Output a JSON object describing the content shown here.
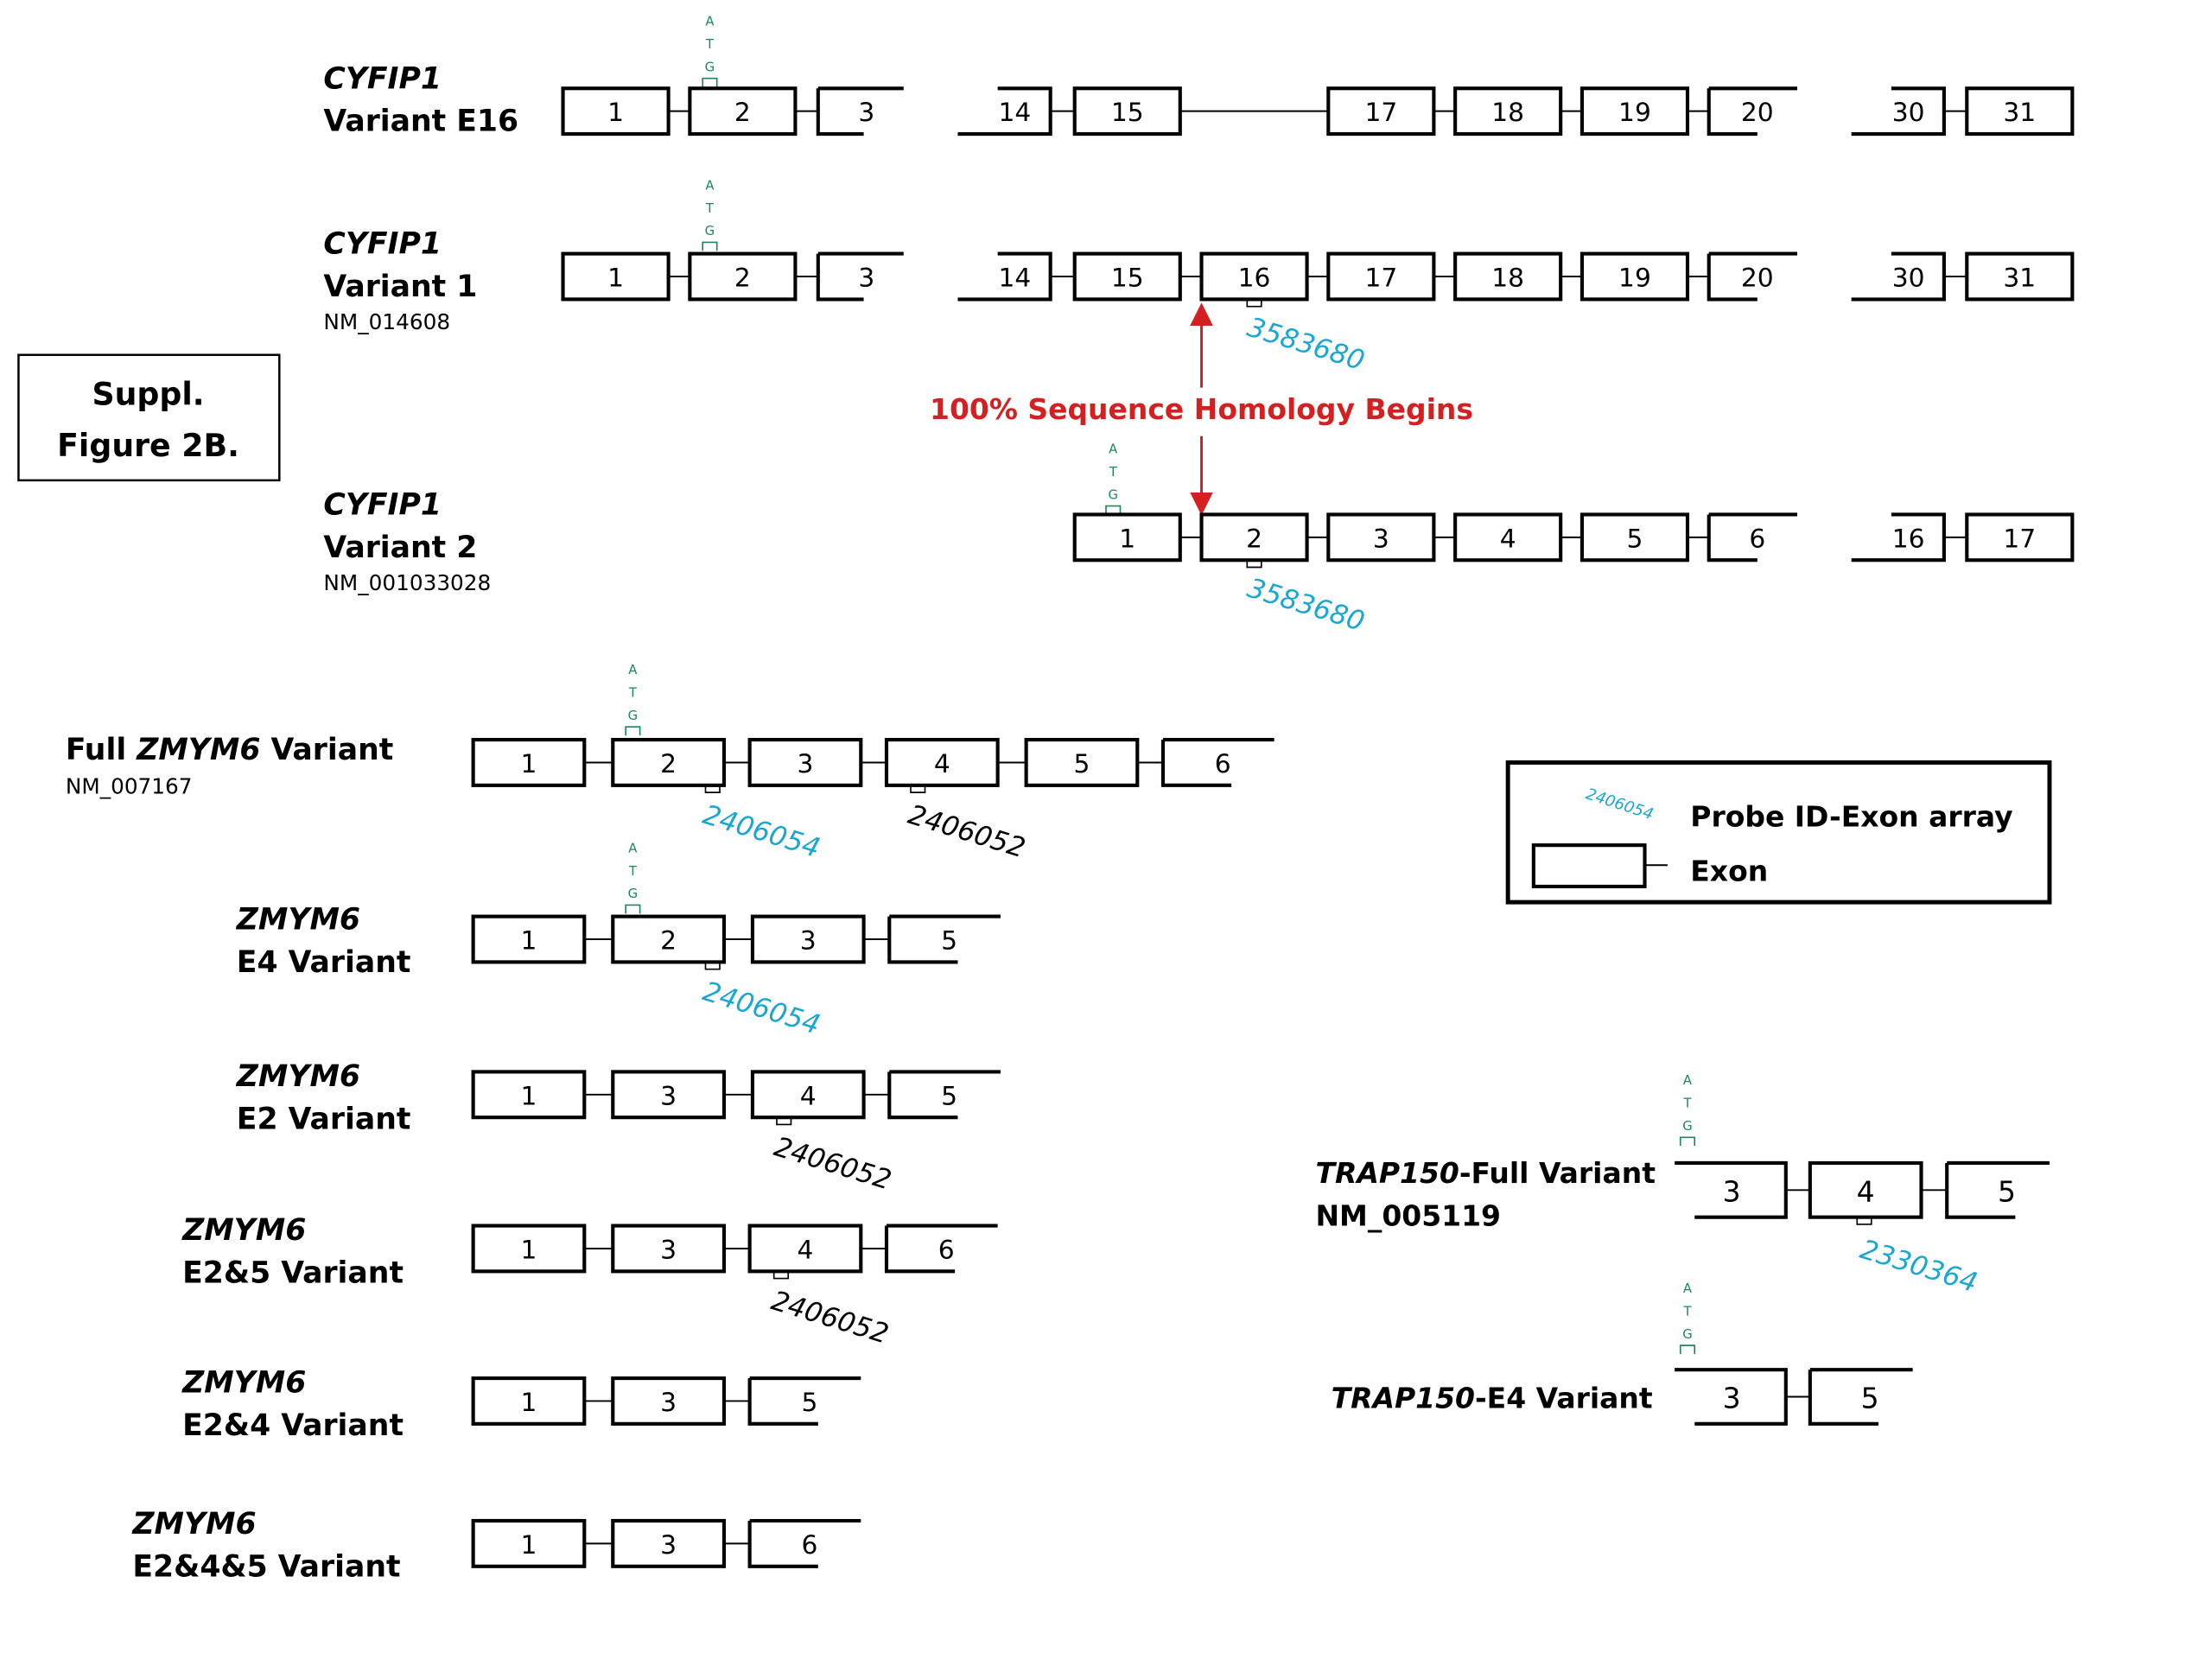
{
  "figure_label": [
    "Suppl.",
    "Figure 2B."
  ],
  "homology_label": "100% Sequence Homology Begins",
  "atg": [
    "A",
    "T",
    "G"
  ],
  "colors": {
    "probe_blue": "#1aa7d3",
    "atg_green": "#1b8a55",
    "arrow_red": "#d42020",
    "ink": "#000000"
  },
  "legend": {
    "probe_sample": "2406054",
    "probe_text": "Probe ID-Exon array",
    "exon_text": "Exon"
  },
  "cyfip1": [
    {
      "name": "CYFIP1",
      "variant": "Variant E16",
      "accession": "",
      "exons": [
        "1",
        "2",
        "3",
        "14",
        "15",
        "17",
        "18",
        "19",
        "20",
        "30",
        "31"
      ],
      "probes": []
    },
    {
      "name": "CYFIP1",
      "variant": "Variant 1",
      "accession": "NM_014608",
      "exons": [
        "1",
        "2",
        "3",
        "14",
        "15",
        "16",
        "17",
        "18",
        "19",
        "20",
        "30",
        "31"
      ],
      "probes": [
        {
          "id": "3583680",
          "exon": "16"
        }
      ]
    },
    {
      "name": "CYFIP1",
      "variant": "Variant 2",
      "accession": "NM_001033028",
      "exons": [
        "1",
        "2",
        "3",
        "4",
        "5",
        "6",
        "16",
        "17"
      ],
      "probes": [
        {
          "id": "3583680",
          "exon": "2"
        }
      ]
    }
  ],
  "zmym6": [
    {
      "title_prefix": "Full ",
      "name": "ZMYM6",
      "title_suffix": " Variant",
      "accession": "NM_007167",
      "exons": [
        "1",
        "2",
        "3",
        "4",
        "5",
        "6"
      ],
      "probes": [
        {
          "id": "2406054",
          "exon": "2",
          "color": "blue"
        },
        {
          "id": "2406052",
          "exon": "4",
          "color": "black"
        }
      ]
    },
    {
      "name": "ZMYM6",
      "variant": "E4 Variant",
      "exons": [
        "1",
        "2",
        "3",
        "5"
      ],
      "probes": [
        {
          "id": "2406054",
          "exon": "2",
          "color": "blue"
        }
      ]
    },
    {
      "name": "ZMYM6",
      "variant": "E2 Variant",
      "exons": [
        "1",
        "3",
        "4",
        "5"
      ],
      "probes": [
        {
          "id": "2406052",
          "exon": "4",
          "color": "black"
        }
      ]
    },
    {
      "name": "ZMYM6",
      "variant": "E2&5 Variant",
      "exons": [
        "1",
        "3",
        "4",
        "6"
      ],
      "probes": [
        {
          "id": "2406052",
          "exon": "4",
          "color": "black"
        }
      ]
    },
    {
      "name": "ZMYM6",
      "variant": "E2&4 Variant",
      "exons": [
        "1",
        "3",
        "5"
      ],
      "probes": []
    },
    {
      "name": "ZMYM6",
      "variant": "E2&4&5 Variant",
      "exons": [
        "1",
        "3",
        "6"
      ],
      "probes": []
    }
  ],
  "trap150": [
    {
      "name": "TRAP150",
      "suffix": "-Full Variant",
      "accession": "NM_005119",
      "exons": [
        "3",
        "4",
        "5"
      ],
      "probes": [
        {
          "id": "2330364",
          "exon": "4",
          "color": "blue"
        }
      ]
    },
    {
      "name": "TRAP150",
      "suffix": "-E4 Variant",
      "accession": "",
      "exons": [
        "3",
        "5"
      ],
      "probes": []
    }
  ]
}
